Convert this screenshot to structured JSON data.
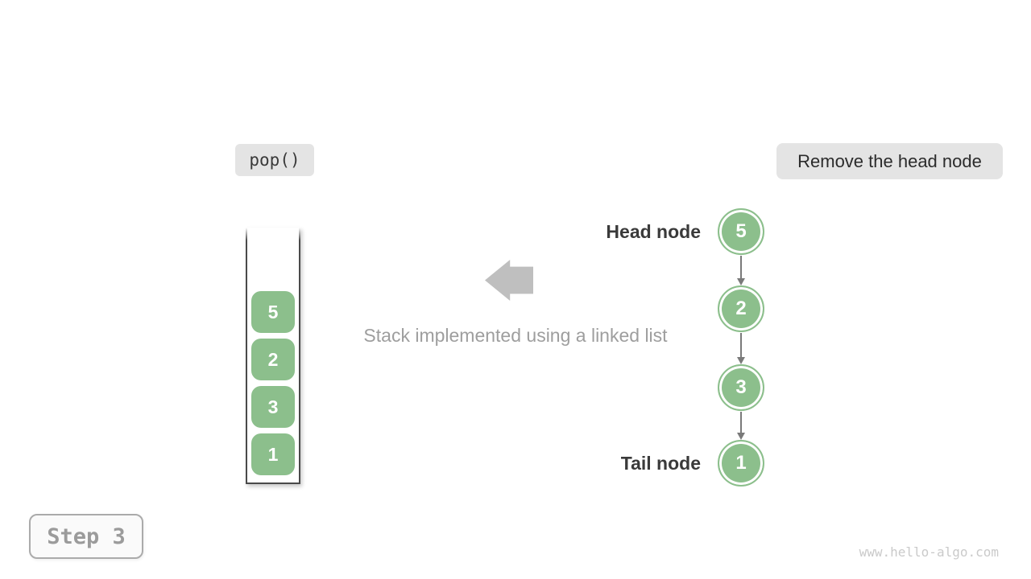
{
  "operation": {
    "label": "pop()"
  },
  "callout": {
    "label": "Remove the head node"
  },
  "stack": {
    "items": [
      "5",
      "2",
      "3",
      "1"
    ]
  },
  "caption": {
    "text": "Stack implemented using a linked list"
  },
  "linked_list": {
    "head_label": "Head node",
    "tail_label": "Tail node",
    "nodes": [
      "5",
      "2",
      "3",
      "1"
    ]
  },
  "step": {
    "label": "Step 3"
  },
  "watermark": {
    "text": "www.hello-algo.com"
  },
  "colors": {
    "node_green": "#8CBF8C",
    "label_box_bg": "#E4E4E4",
    "big_arrow_gray": "#BFBFBF",
    "caption_gray": "#9E9E9E",
    "dark_text": "#3A3A3A",
    "connector_gray": "#7A7A7A",
    "container_wall": "#4A4A4A",
    "step_text": "#9B9B9B",
    "watermark_gray": "#CACACA"
  }
}
